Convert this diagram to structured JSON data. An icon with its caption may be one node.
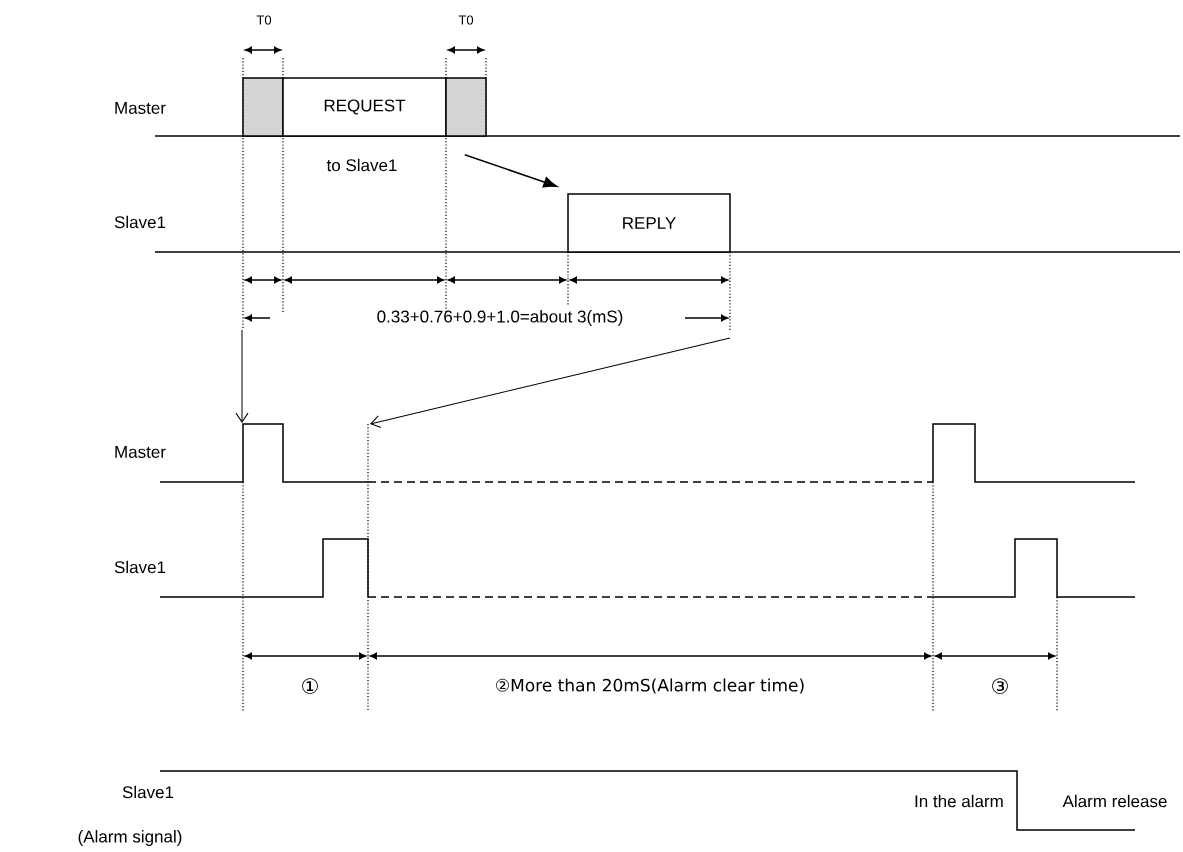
{
  "diagram": {
    "nodes": [
      {
        "text": [],
        "shape": "box"
      },
      {
        "text": [
          "REQUEST"
        ]
      },
      {
        "text": [],
        "shape": "box"
      },
      {
        "text": [
          "REPLY"
        ]
      }
    ],
    "edges": [
      {
        "from": 2,
        "to": 3,
        "arrow": "to"
      }
    ],
    "labels": [
      "T0",
      "T0",
      "Master",
      "to Slave1",
      "Slave1",
      "0.33+0.76+0.9+1.0=about 3(mS)",
      "Master",
      "Slave1",
      "①",
      "②More than 20mS(Alarm clear time)",
      "③",
      "Slave1",
      "In the alarm",
      "Alarm release",
      "(Alarm signal)"
    ]
  }
}
